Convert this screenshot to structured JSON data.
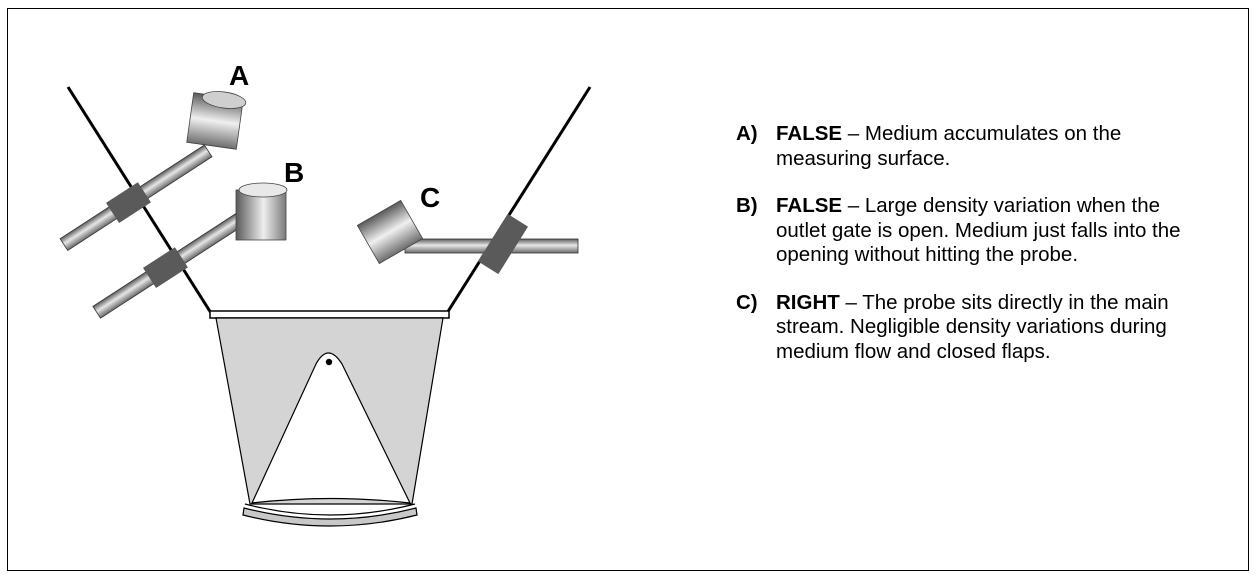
{
  "probes": [
    {
      "label": "A"
    },
    {
      "label": "B"
    },
    {
      "label": "C"
    }
  ],
  "notes": [
    {
      "letter": "A)",
      "verdict": "FALSE",
      "text": " – Medium accumulates on the measuring surface."
    },
    {
      "letter": "B)",
      "verdict": "FALSE",
      "text": " – Large density variation when the outlet gate is open. Medium just falls into the opening without hitting the probe."
    },
    {
      "letter": "C)",
      "verdict": "RIGHT",
      "text": " – The probe sits directly in the main stream. Negligible density variations during medium flow and closed flaps."
    }
  ],
  "colors": {
    "hopper_fill": "#d4d4d4",
    "mount_block": "#5a5a5a",
    "outline": "#000000"
  }
}
